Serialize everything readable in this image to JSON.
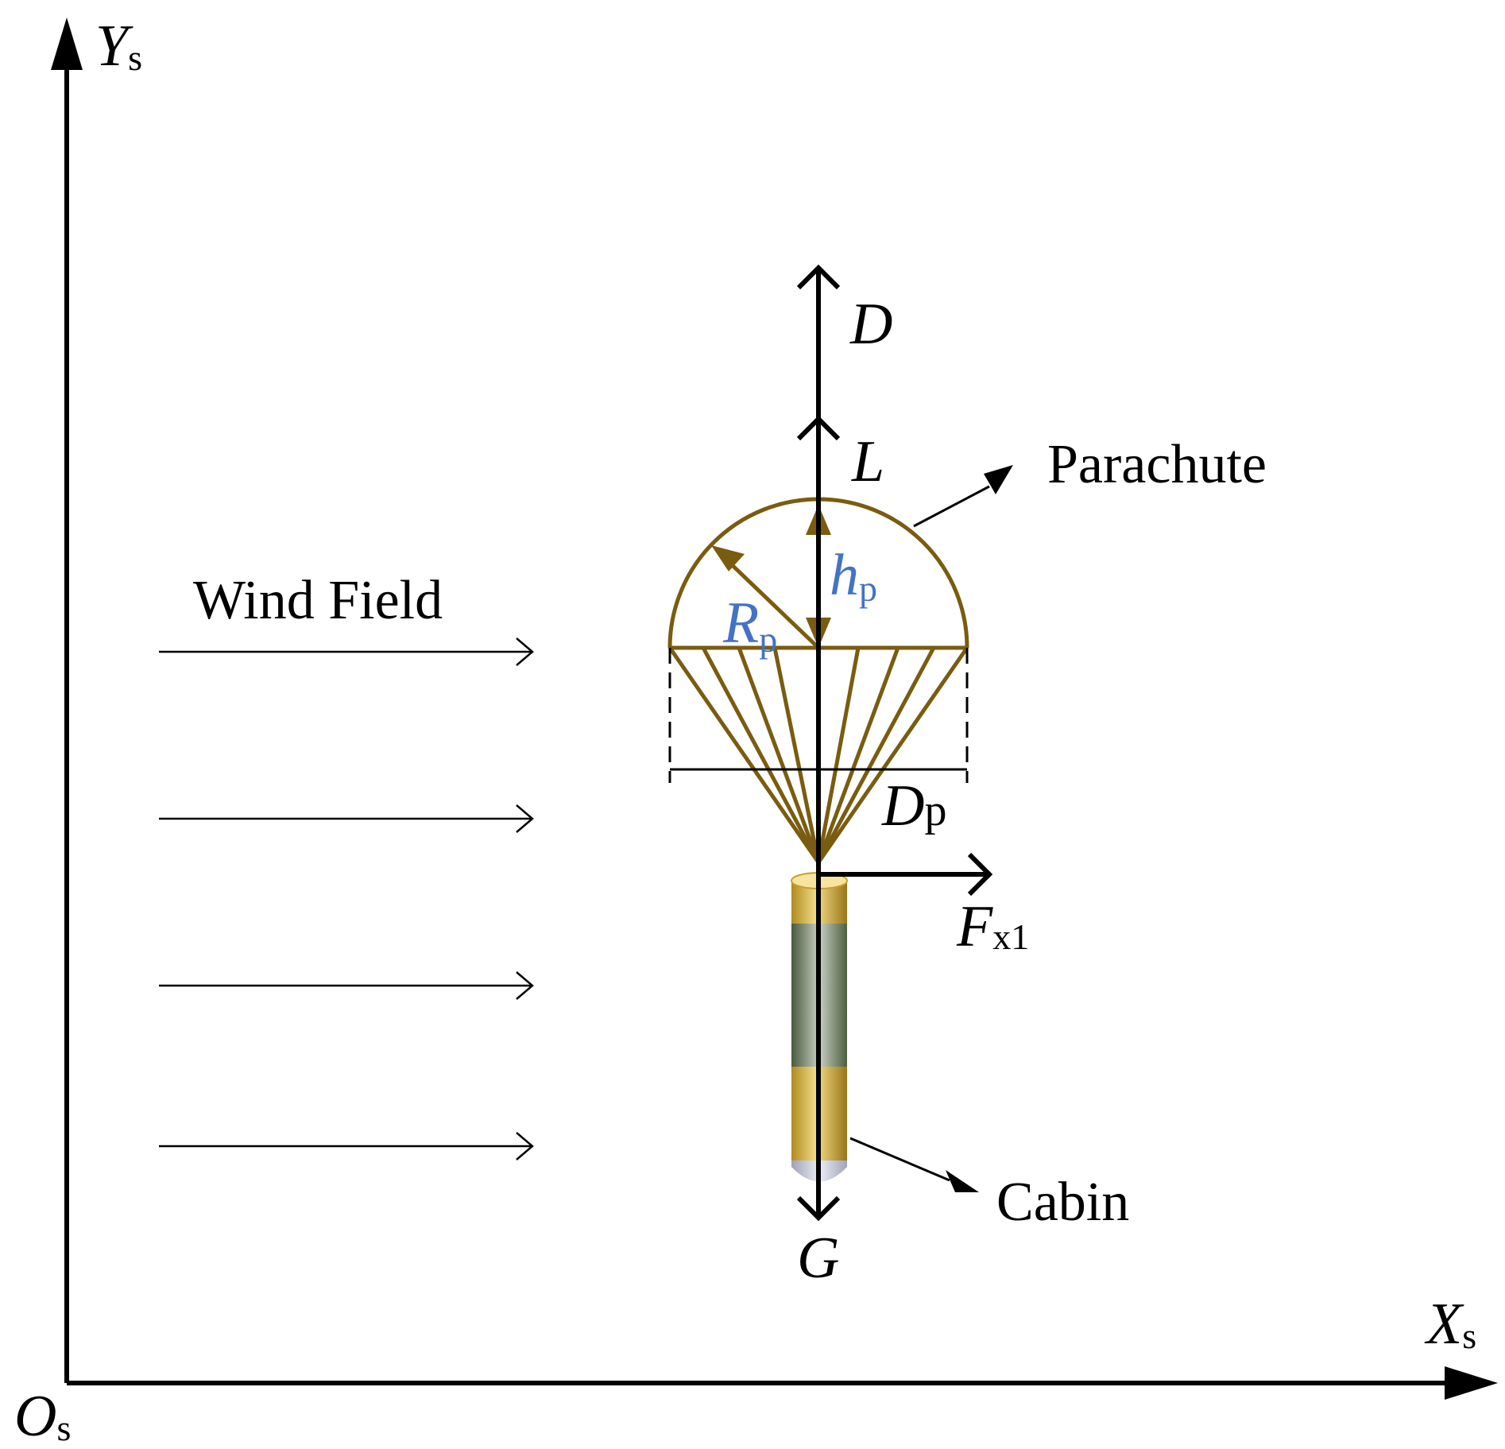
{
  "diagram": {
    "axes": {
      "y_axis": {
        "letter": "Y",
        "sub": "s"
      },
      "x_axis": {
        "letter": "X",
        "sub": "s"
      },
      "origin": {
        "letter": "O",
        "sub": "s"
      }
    },
    "forces": {
      "drag": {
        "letter": "D"
      },
      "lift": {
        "letter": "L"
      },
      "gravity": {
        "letter": "G"
      },
      "side_force": {
        "letter": "F",
        "sub": "x1"
      }
    },
    "parachute": {
      "label": "Parachute",
      "radius": {
        "letter": "R",
        "sub": "p"
      },
      "height": {
        "letter": "h",
        "sub": "p"
      },
      "diameter": {
        "letter": "D",
        "sub": "p"
      }
    },
    "cabin": {
      "label": "Cabin"
    },
    "wind": {
      "label": "Wind Field",
      "arrow_count": 4
    },
    "colors": {
      "axis": "#000000",
      "parachute": "#7a5c10",
      "symbol_blue": "#4472c4",
      "cabin_gold": "#c8a02a",
      "cabin_green": "#5b6e4d",
      "cabin_tip": "#b9bccb"
    }
  }
}
